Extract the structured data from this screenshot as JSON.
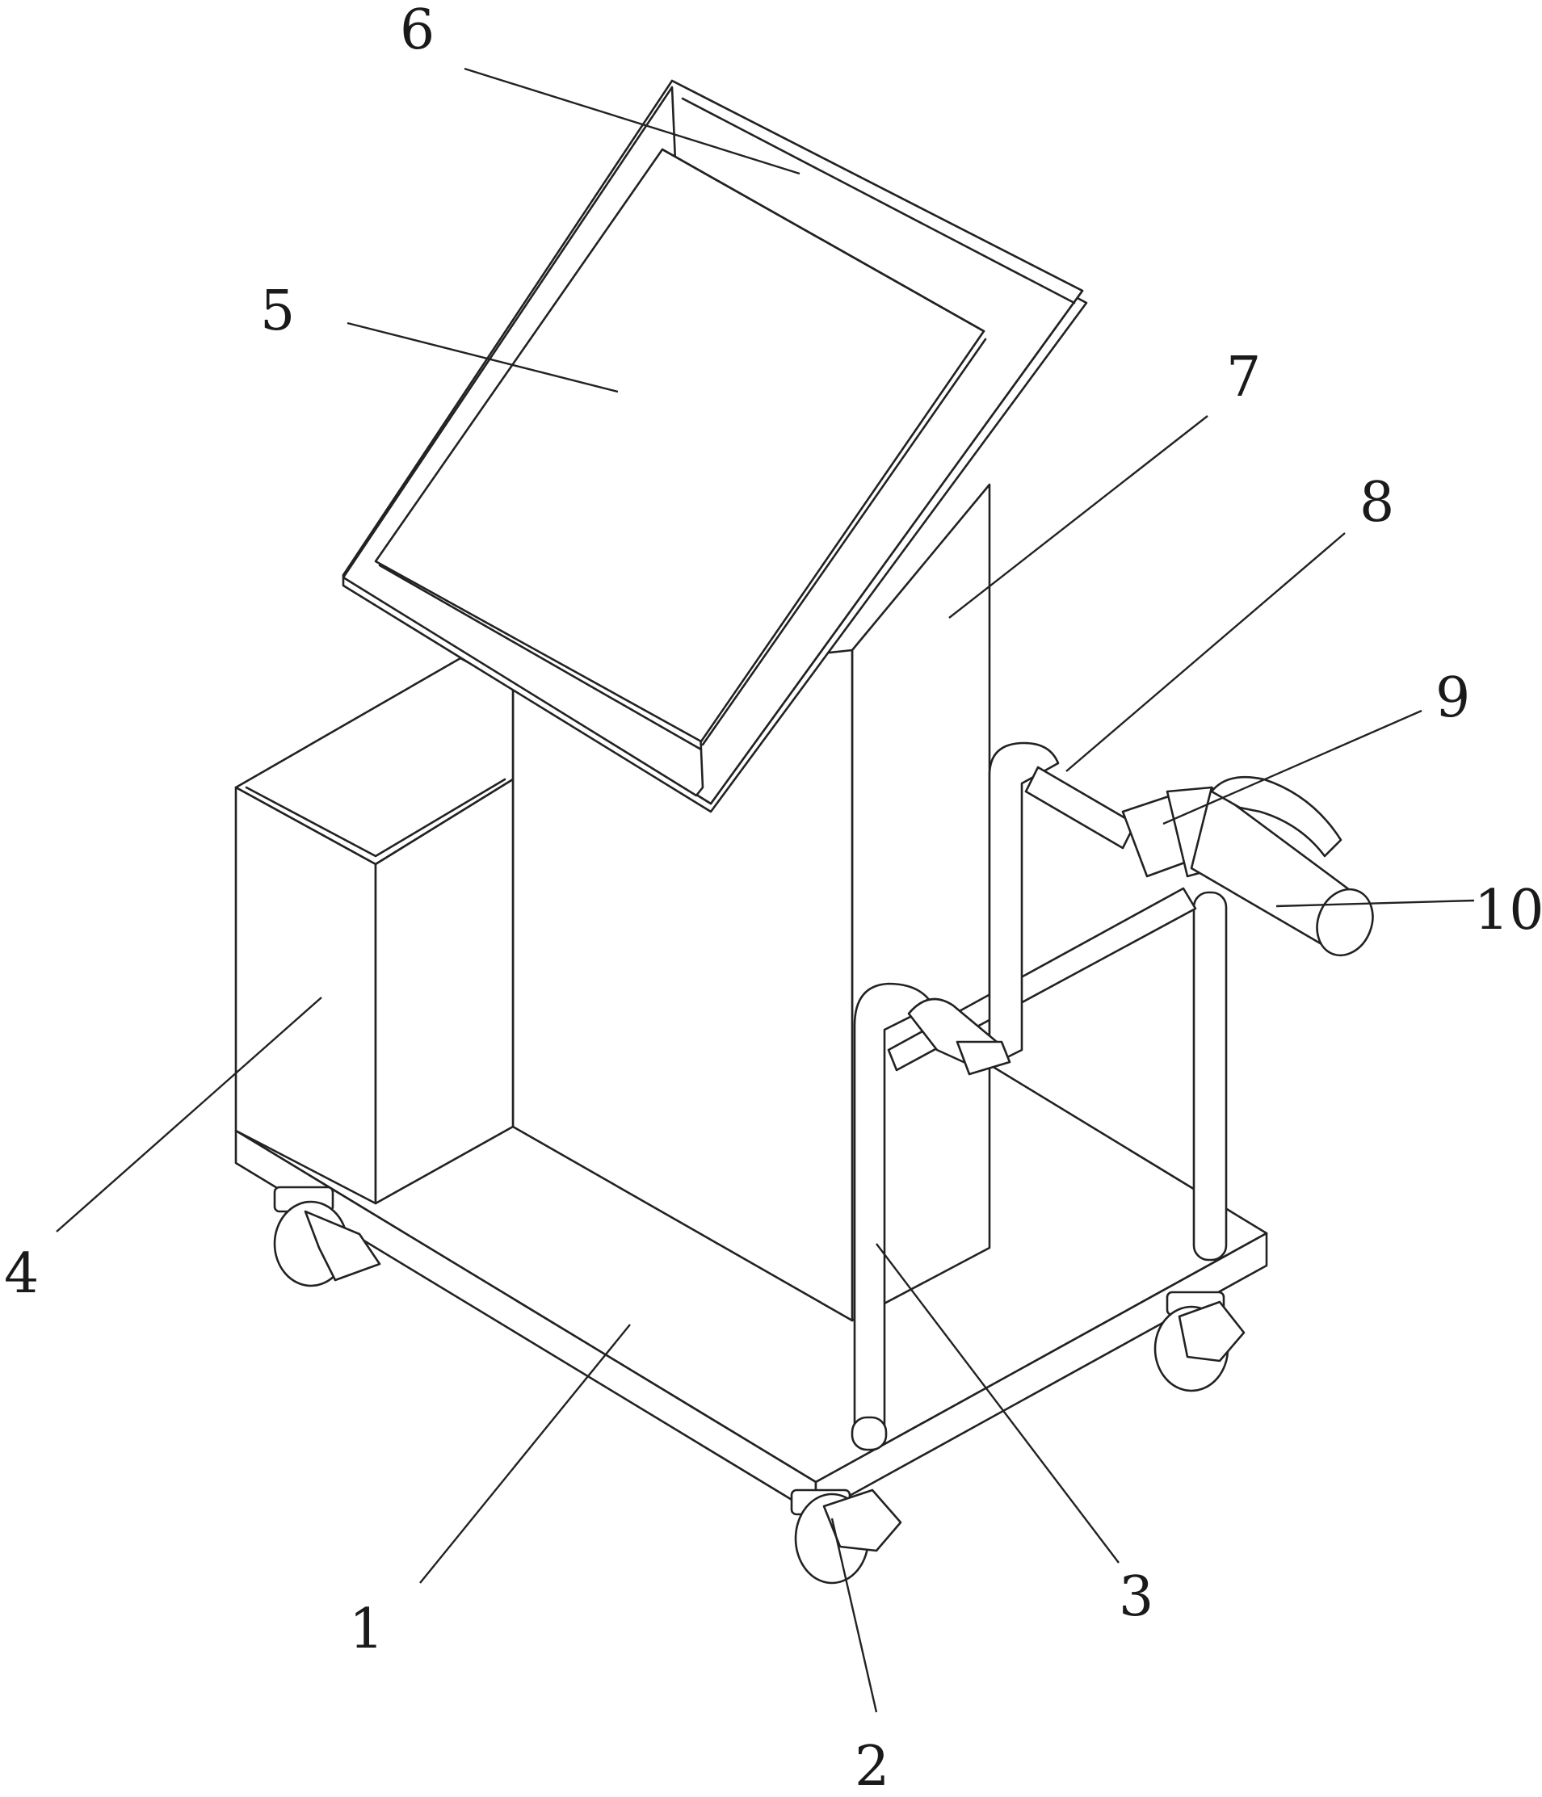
{
  "labels": [
    {
      "id": "1",
      "text": "1"
    },
    {
      "id": "2",
      "text": "2"
    },
    {
      "id": "3",
      "text": "3"
    },
    {
      "id": "4",
      "text": "4"
    },
    {
      "id": "5",
      "text": "5"
    },
    {
      "id": "6",
      "text": "6"
    },
    {
      "id": "7",
      "text": "7"
    },
    {
      "id": "8",
      "text": "8"
    },
    {
      "id": "9",
      "text": "9"
    },
    {
      "id": "10",
      "text": "10"
    }
  ],
  "colors": {
    "line": "#222222",
    "background": "#ffffff"
  }
}
